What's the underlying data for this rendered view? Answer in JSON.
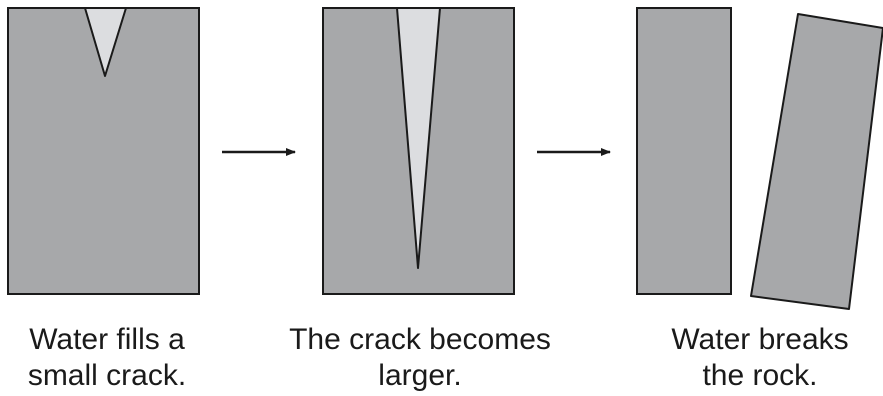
{
  "colors": {
    "rock": "#a7a8aa",
    "crack": "#dcdde0",
    "outline": "#1a1a1a"
  },
  "steps": [
    {
      "caption_line1": "Water fills a",
      "caption_line2": "small crack."
    },
    {
      "caption_line1": "The crack becomes",
      "caption_line2": "larger."
    },
    {
      "caption_line1": "Water breaks",
      "caption_line2": "the rock."
    }
  ],
  "icons": {
    "arrow1": "right-arrow-icon",
    "arrow2": "right-arrow-icon"
  }
}
